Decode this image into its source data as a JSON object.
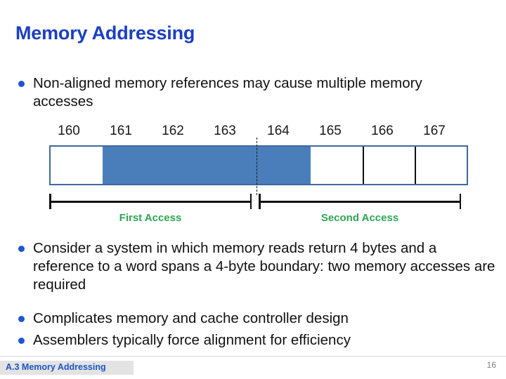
{
  "slide": {
    "title": "Memory Addressing",
    "title_color": "#1B3FC4",
    "bullets": [
      "Non-aligned memory references may cause multiple memory accesses",
      "Consider a system in which memory reads return 4 bytes and a reference to a word spans a 4-byte boundary: two memory accesses are required",
      "Complicates memory and cache controller design",
      "Assemblers typically force alignment for efficiency"
    ]
  },
  "diagram": {
    "type": "memory-byte-layout",
    "addresses": [
      "160",
      "161",
      "162",
      "163",
      "164",
      "165",
      "166",
      "167"
    ],
    "highlighted_addresses": [
      "161",
      "162",
      "163",
      "164"
    ],
    "fill_color": "#4A7EBB",
    "border_color": "#41689F",
    "boundary_between": [
      "163",
      "164"
    ],
    "access_labels": {
      "first": "First Access",
      "second": "Second Access",
      "color": "#2BA755"
    }
  },
  "footer": {
    "section": "A.3",
    "section_title": "Memory Addressing",
    "label": "A.3   Memory Addressing",
    "page_number": "16",
    "accent_color": "#1B55C9"
  }
}
